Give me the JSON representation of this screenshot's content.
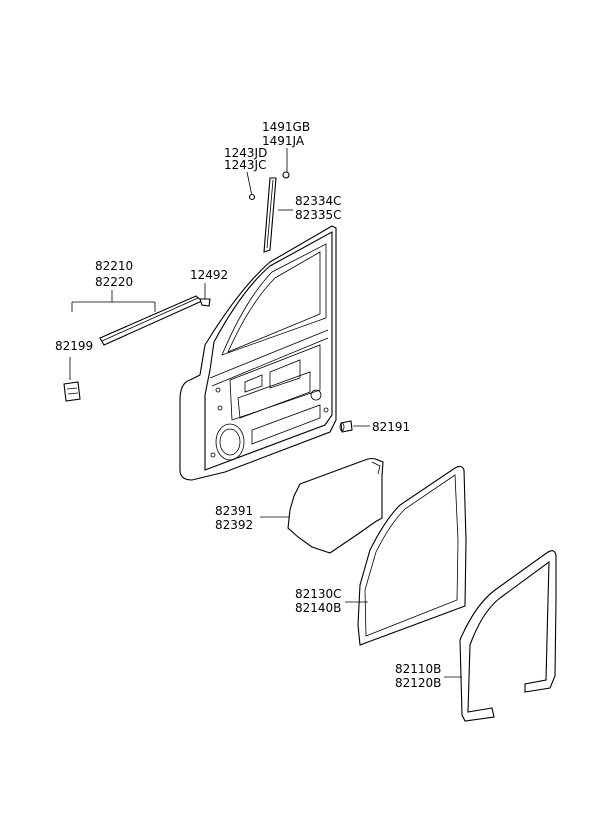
{
  "labels": {
    "p1491gb": "1491GB",
    "p1491ja": "1491JA",
    "p1243jd": "1243JD",
    "p1243jc": "1243JC",
    "p82334c": "82334C",
    "p82335c": "82335C",
    "p82210": "82210",
    "p82220": "82220",
    "p12492": "12492",
    "p82199": "82199",
    "p82191": "82191",
    "p82391": "82391",
    "p82392": "82392",
    "p82130c": "82130C",
    "p82140b": "82140B",
    "p82110b": "82110B",
    "p82120b": "82120B"
  }
}
